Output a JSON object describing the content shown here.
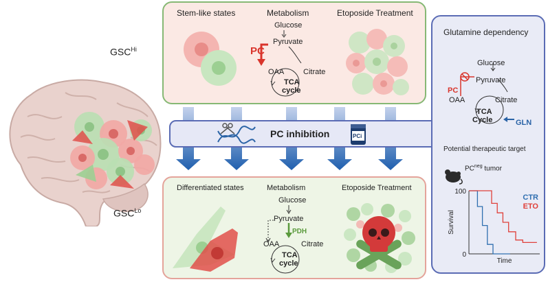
{
  "labels": {
    "gsc_hi": {
      "base": "GSC",
      "sup": "Hi"
    },
    "gsc_lo": {
      "base": "GSC",
      "sup": "Lo"
    }
  },
  "top_panel": {
    "stem_like": "Stem-like states",
    "metabolism": "Metabolism",
    "etoposide": "Etoposide Treatment",
    "glucose": "Glucose",
    "pyruvate": "Pyruvate",
    "pc": "PC",
    "oaa": "OAA",
    "citrate": "Citrate",
    "tca": "TCA",
    "cycle": "cycle"
  },
  "bar": {
    "title": "PC inhibition",
    "pci": "PCi"
  },
  "bottom_panel": {
    "differentiated": "Differentiated states",
    "metabolism": "Metabolism",
    "etoposide": "Etoposide Treatment",
    "glucose": "Glucose",
    "pyruvate": "Pyruvate",
    "pdh": "PDH",
    "oaa": "OAA",
    "citrate": "Citrate",
    "tca": "TCA",
    "cycle": "cycle"
  },
  "side_panel": {
    "title": "Glutamine dependency",
    "glucose": "Glucose",
    "pyruvate": "Pyruvate",
    "pc": "PC",
    "oaa": "OAA",
    "citrate": "Citrate",
    "tca": "TCA",
    "cycle": "Cycle",
    "gln": "GLN",
    "target": "Potential therapeutic target",
    "tumor_pre": "PC",
    "tumor_sup": "neg",
    "tumor_post": " tumor"
  },
  "chart_data": {
    "type": "line",
    "title": "",
    "xlabel": "Time",
    "ylabel": "Survival",
    "yticks": [
      "100",
      "0"
    ],
    "ylim": [
      0,
      100
    ],
    "xlim": [
      0,
      10
    ],
    "series": [
      {
        "name": "CTR",
        "color": "#2f6fb0",
        "x": [
          0,
          1.2,
          1.2,
          1.9,
          1.9,
          2.6,
          2.6,
          3.4,
          3.4,
          5.8
        ],
        "y": [
          100,
          100,
          75,
          75,
          45,
          45,
          15,
          15,
          0,
          0
        ]
      },
      {
        "name": "ETO",
        "color": "#e0403a",
        "x": [
          0,
          3.2,
          3.2,
          4.0,
          4.0,
          4.8,
          4.8,
          5.6,
          5.6,
          6.6,
          6.6,
          7.6,
          7.6,
          9.6
        ],
        "y": [
          100,
          100,
          80,
          80,
          65,
          65,
          50,
          50,
          35,
          35,
          22,
          22,
          18,
          18
        ]
      }
    ]
  },
  "colors": {
    "pc_red": "#d9342b",
    "pdh_green": "#5a9a3c",
    "gln_blue": "#2a63a6",
    "arrow_blue": "#1f5fae"
  }
}
